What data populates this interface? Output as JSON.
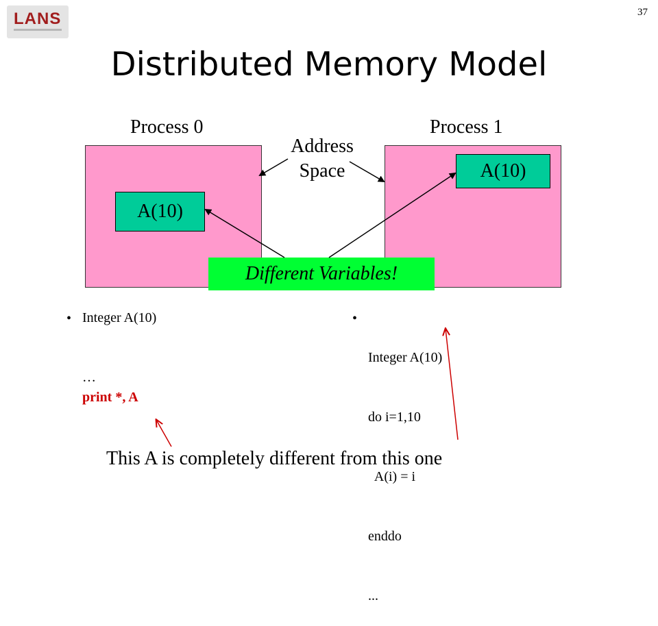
{
  "slide": {
    "page_number": "37",
    "title": "Distributed Memory Model",
    "logo_text": "LANS"
  },
  "diagram": {
    "process0_label": "Process 0",
    "process1_label": "Process 1",
    "address_space_label": [
      "Address",
      "Space"
    ],
    "var_label_p0": "A(10)",
    "var_label_p1": "A(10)",
    "different_variables": "Different Variables!"
  },
  "code_left": {
    "bullet": "•",
    "lines": [
      "Integer A(10)",
      "",
      "",
      "…",
      "print *, A"
    ]
  },
  "code_right": {
    "bullet": "•",
    "lines": [
      "Integer A(10)",
      "do i=1,10",
      "  A(i) = i",
      "enddo",
      "..."
    ]
  },
  "caption": "This A is completely different from this one",
  "colors": {
    "process_box": "#ff99cc",
    "variable_box": "#00cc99",
    "callout": "#00ff33",
    "highlight_text": "#cc0000"
  }
}
